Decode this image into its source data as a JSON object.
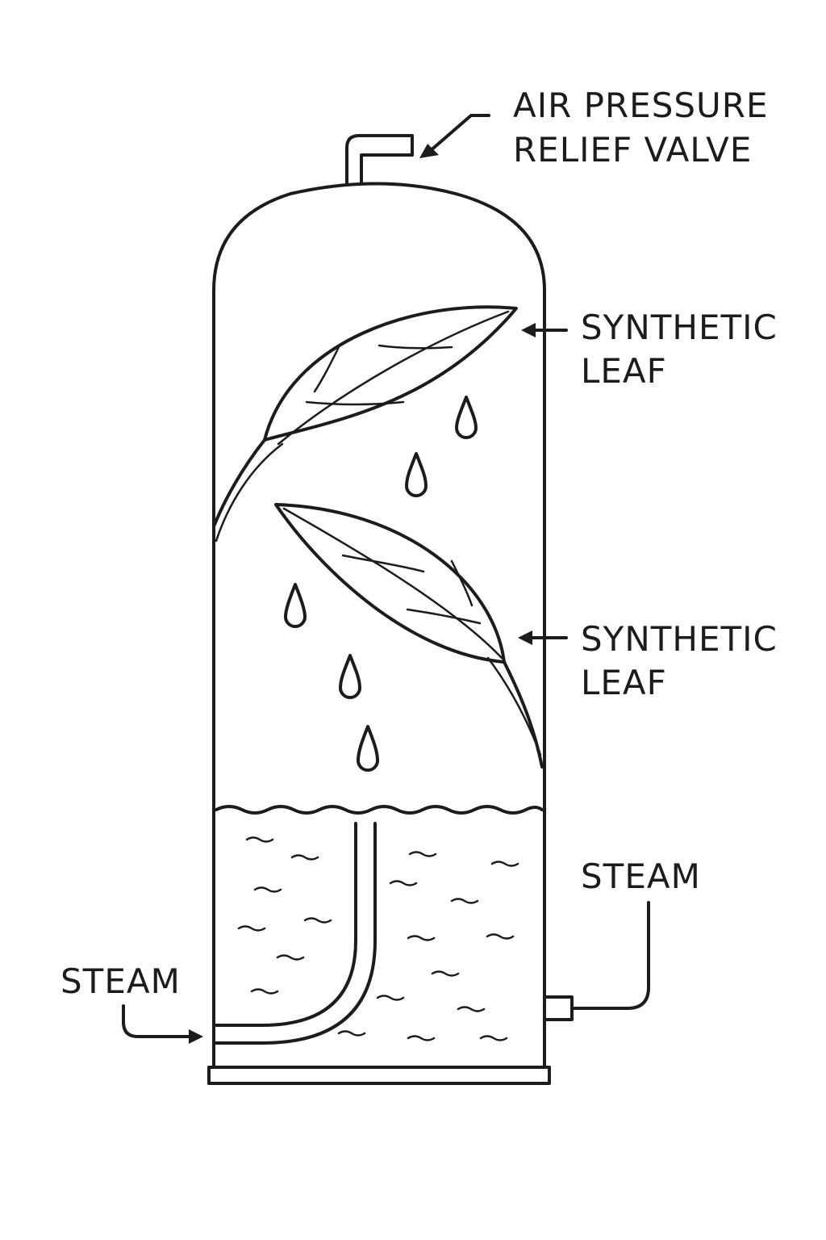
{
  "diagram": {
    "labels": {
      "relief_valve_line1": "AIR PRESSURE",
      "relief_valve_line2": "RELIEF VALVE",
      "leaf_upper_line1": "SYNTHETIC",
      "leaf_upper_line2": "LEAF",
      "leaf_lower_line1": "SYNTHETIC",
      "leaf_lower_line2": "LEAF",
      "steam_right": "STEAM",
      "steam_left": "STEAM"
    }
  }
}
